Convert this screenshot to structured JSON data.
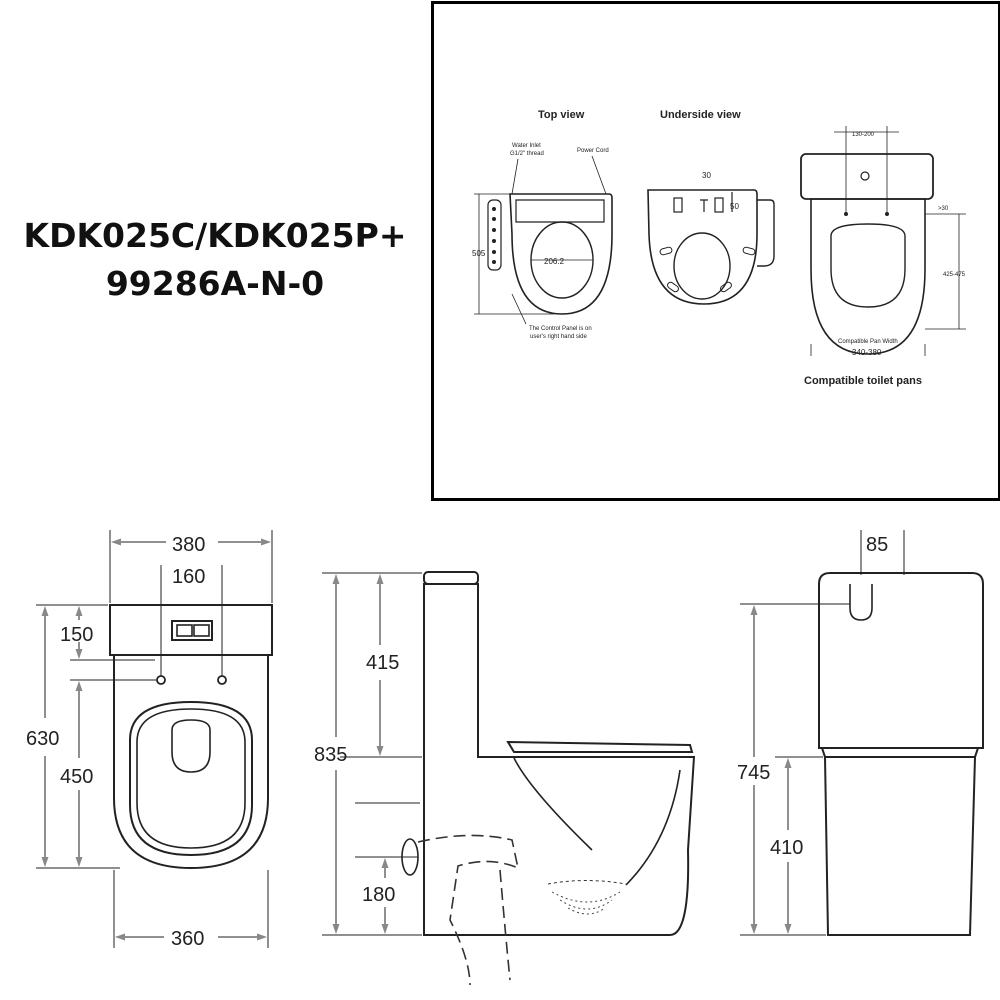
{
  "model": {
    "line1": "KDK025C/KDK025P+",
    "line2": "99286A-N-0"
  },
  "inset": {
    "top_view": {
      "title": "Top view",
      "water_inlet_1": "Water Inlet",
      "water_inlet_2": "G1/2\" thread",
      "power_cord": "Power Cord",
      "height": "505",
      "bowl_width": "206.2",
      "control_note_1": "The Control Panel is on",
      "control_note_2": "user's right hand side"
    },
    "underside_view": {
      "title": "Underside view",
      "dim_30": "30",
      "dim_50": "50"
    },
    "pans": {
      "range_top": "130-200",
      "dim_30": ">30",
      "range_side": "425-475",
      "pan_width_label": "Compatible Pan Width",
      "pan_width": "340-380",
      "caption": "Compatible toilet pans"
    }
  },
  "front_view": {
    "width_top": "380",
    "hole_spacing": "160",
    "cistern_height": "150",
    "total_depth": "630",
    "seat_depth": "450",
    "width_bottom": "360"
  },
  "side_view": {
    "total_height": "835",
    "cistern_height": "415",
    "outlet_height": "180"
  },
  "rear_view": {
    "outlet_offset": "85",
    "height": "745",
    "pan_height": "410"
  }
}
